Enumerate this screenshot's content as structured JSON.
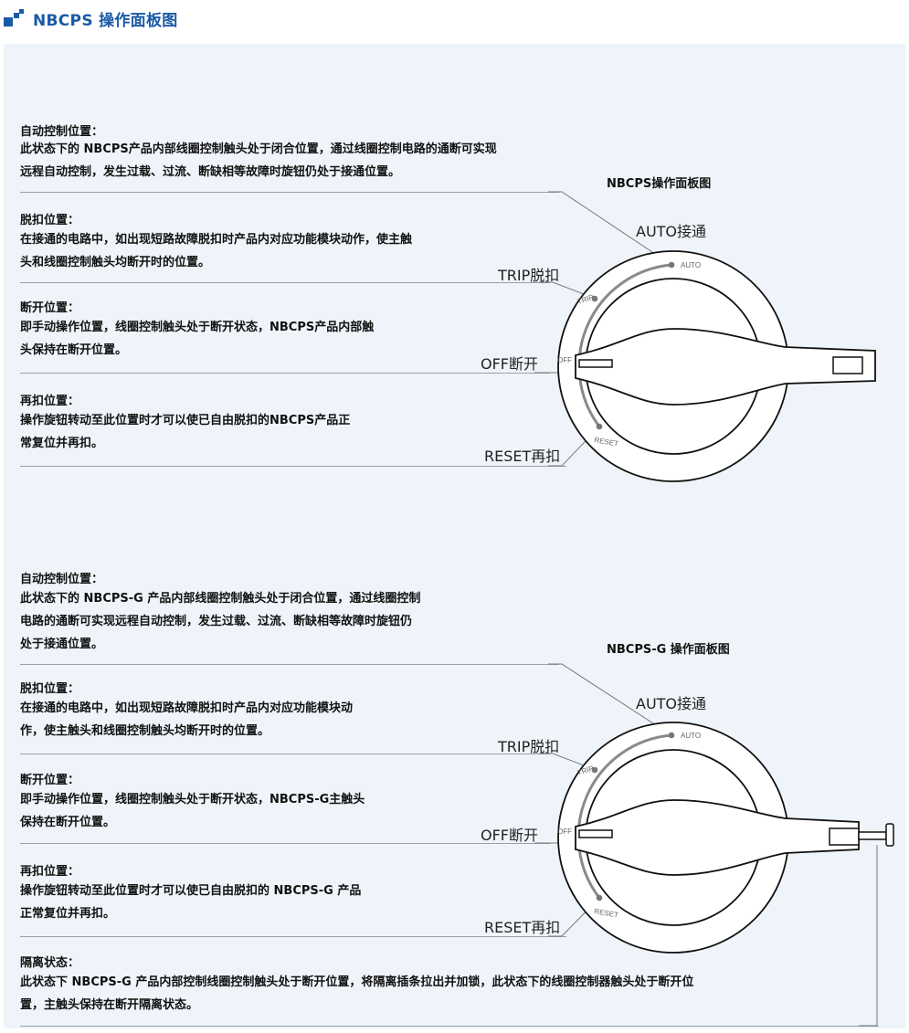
{
  "header": {
    "title": "NBCPS 操作面板图"
  },
  "section1": {
    "diagram_title": "NBCPS操作面板图",
    "blocks": [
      {
        "title": "自动控制位置：",
        "lines": [
          "此状态下的 NBCPS产品内部线圈控制触头处于闭合位置，通过线圈控制电路的通断可实现",
          "远程自动控制，发生过载、过流、断缺相等故障时旋钮仍处于接通位置。"
        ]
      },
      {
        "title": "脱扣位置：",
        "lines": [
          "在接通的电路中，如出现短路故障脱扣时产品内对应功能模块动作，使主触",
          "头和线圈控制触头均断开时的位置。"
        ]
      },
      {
        "title": "断开位置：",
        "lines": [
          "即手动操作位置，线圈控制触头处于断开状态，NBCPS产品内部触",
          "头保持在断开位置。"
        ]
      },
      {
        "title": "再扣位置：",
        "lines": [
          "操作旋钮转动至此位置时才可以使已自由脱扣的NBCPS产品正",
          "常复位并再扣。"
        ]
      }
    ],
    "positions": {
      "auto": "AUTO接通",
      "trip": "TRIP脱扣",
      "off": "OFF断开",
      "reset": "RESET再扣"
    },
    "dial_marks": {
      "auto": "AUTO",
      "trip": "TRIP",
      "off": "OFF",
      "reset": "RESET"
    }
  },
  "section2": {
    "diagram_title": "NBCPS-G 操作面板图",
    "blocks": [
      {
        "title": "自动控制位置：",
        "lines": [
          "此状态下的 NBCPS-G 产品内部线圈控制触头处于闭合位置，通过线圈控制",
          "电路的通断可实现远程自动控制，发生过载、过流、断缺相等故障时旋钮仍",
          "处于接通位置。"
        ]
      },
      {
        "title": "脱扣位置：",
        "lines": [
          "在接通的电路中，如出现短路故障脱扣时产品内对应功能模块动",
          "作，使主触头和线圈控制触头均断开时的位置。"
        ]
      },
      {
        "title": "断开位置：",
        "lines": [
          "即手动操作位置，线圈控制触头处于断开状态，NBCPS-G主触头",
          "保持在断开位置。"
        ]
      },
      {
        "title": "再扣位置：",
        "lines": [
          "操作旋钮转动至此位置时才可以使已自由脱扣的 NBCPS-G 产品",
          "正常复位并再扣。"
        ]
      },
      {
        "title": "隔离状态：",
        "lines": [
          "此状态下 NBCPS-G 产品内部控制线圈控制触头处于断开位置，将隔离插条拉出并加锁，此状态下的线圈控制器触头处于断开位",
          "置，主触头保持在断开隔离状态。"
        ]
      }
    ],
    "positions": {
      "auto": "AUTO接通",
      "trip": "TRIP脱扣",
      "off": "OFF断开",
      "reset": "RESET再扣"
    },
    "dial_marks": {
      "auto": "AUTO",
      "trip": "TRIP",
      "off": "OFF",
      "reset": "RESET"
    }
  }
}
